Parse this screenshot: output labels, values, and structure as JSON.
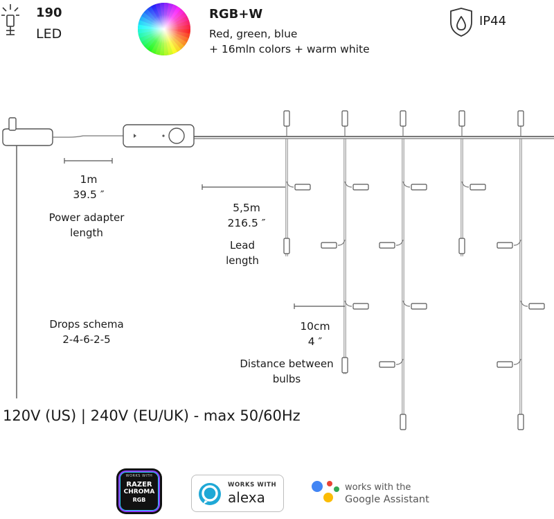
{
  "header": {
    "led_count": "190",
    "led_label": "LED",
    "rgbw_title": "RGB+W",
    "rgbw_line1": "Red, green, blue",
    "rgbw_line2": "+ 16mln colors + warm white",
    "ip_rating": "IP44"
  },
  "labels": {
    "adapter_len_m": "1m",
    "adapter_len_in": "39.5 ″",
    "adapter_caption_1": "Power adapter",
    "adapter_caption_2": "length",
    "lead_len_m": "5,5m",
    "lead_len_in": "216.5 ″",
    "lead_caption_1": "Lead",
    "lead_caption_2": "length",
    "drops_caption_1": "Drops schema",
    "drops_caption_2": "2-4-6-2-5",
    "bulb_dist_cm": "10cm",
    "bulb_dist_in": "4 ″",
    "bulb_caption_1": "Distance between",
    "bulb_caption_2": "bulbs",
    "voltage": "120V (US) | 240V (EU/UK) - max 50/60Hz"
  },
  "logos": {
    "razer_top": "WORKS WITH",
    "razer_l1": "RAZER",
    "razer_l2": "CHROMA",
    "razer_l3": "RGB",
    "alexa_top": "WORKS WITH",
    "alexa_name": "alexa",
    "google_l1": "works with the",
    "google_l2": "Google Assistant"
  },
  "colors": {
    "line": "#555555",
    "text": "#1a1a1a",
    "alexa_blue": "#1fa8d6",
    "google_blue": "#4285f4",
    "google_red": "#ea4335",
    "google_yellow": "#fbbc05",
    "google_green": "#34a853"
  },
  "icons": [
    "bulb-icon",
    "color-wheel-icon",
    "water-shield-icon"
  ]
}
